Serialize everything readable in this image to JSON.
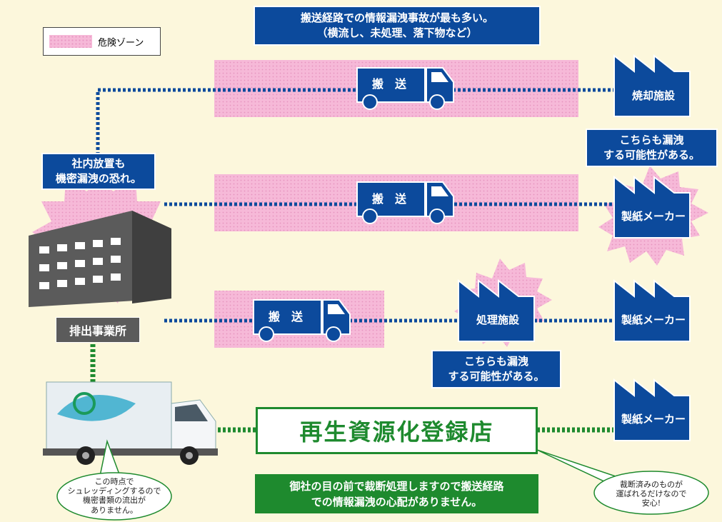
{
  "legend": {
    "label": "危険ゾーン"
  },
  "top_note": {
    "line1": "搬送経路での情報漏洩事故が最も多い。",
    "line2": "（横流し、未処理、落下物など）"
  },
  "office_note": {
    "line1": "社内放置も",
    "line2": "機密漏洩の恐れ。"
  },
  "office_label": "排出事業所",
  "truck_label": "搬　送",
  "destinations": {
    "incinerator": "焼却施設",
    "paper_maker": "製紙メーカー",
    "processing": "処理施設"
  },
  "leak_note": {
    "line1": "こちらも漏洩",
    "line2": "する可能性がある。"
  },
  "registered_store": "再生資源化登録店",
  "bottom_note": {
    "line1": "御社の目の前で裁断処理しますので搬送経路",
    "line2": "での情報漏洩の心配がありません。"
  },
  "bubble_left": {
    "line1": "この時点で",
    "line2": "シュレッディングするので",
    "line3": "機密書類の流出が",
    "line4": "ありません。"
  },
  "bubble_right": {
    "line1": "裁断済みのものが",
    "line2": "運ばれるだけなので",
    "line3": "安心!"
  },
  "colors": {
    "blue": "#0c4a9c",
    "green": "#1e8a2e",
    "pink": "#f6b9d8",
    "cream": "#fcf7dc",
    "building": "#5b5b5b"
  }
}
